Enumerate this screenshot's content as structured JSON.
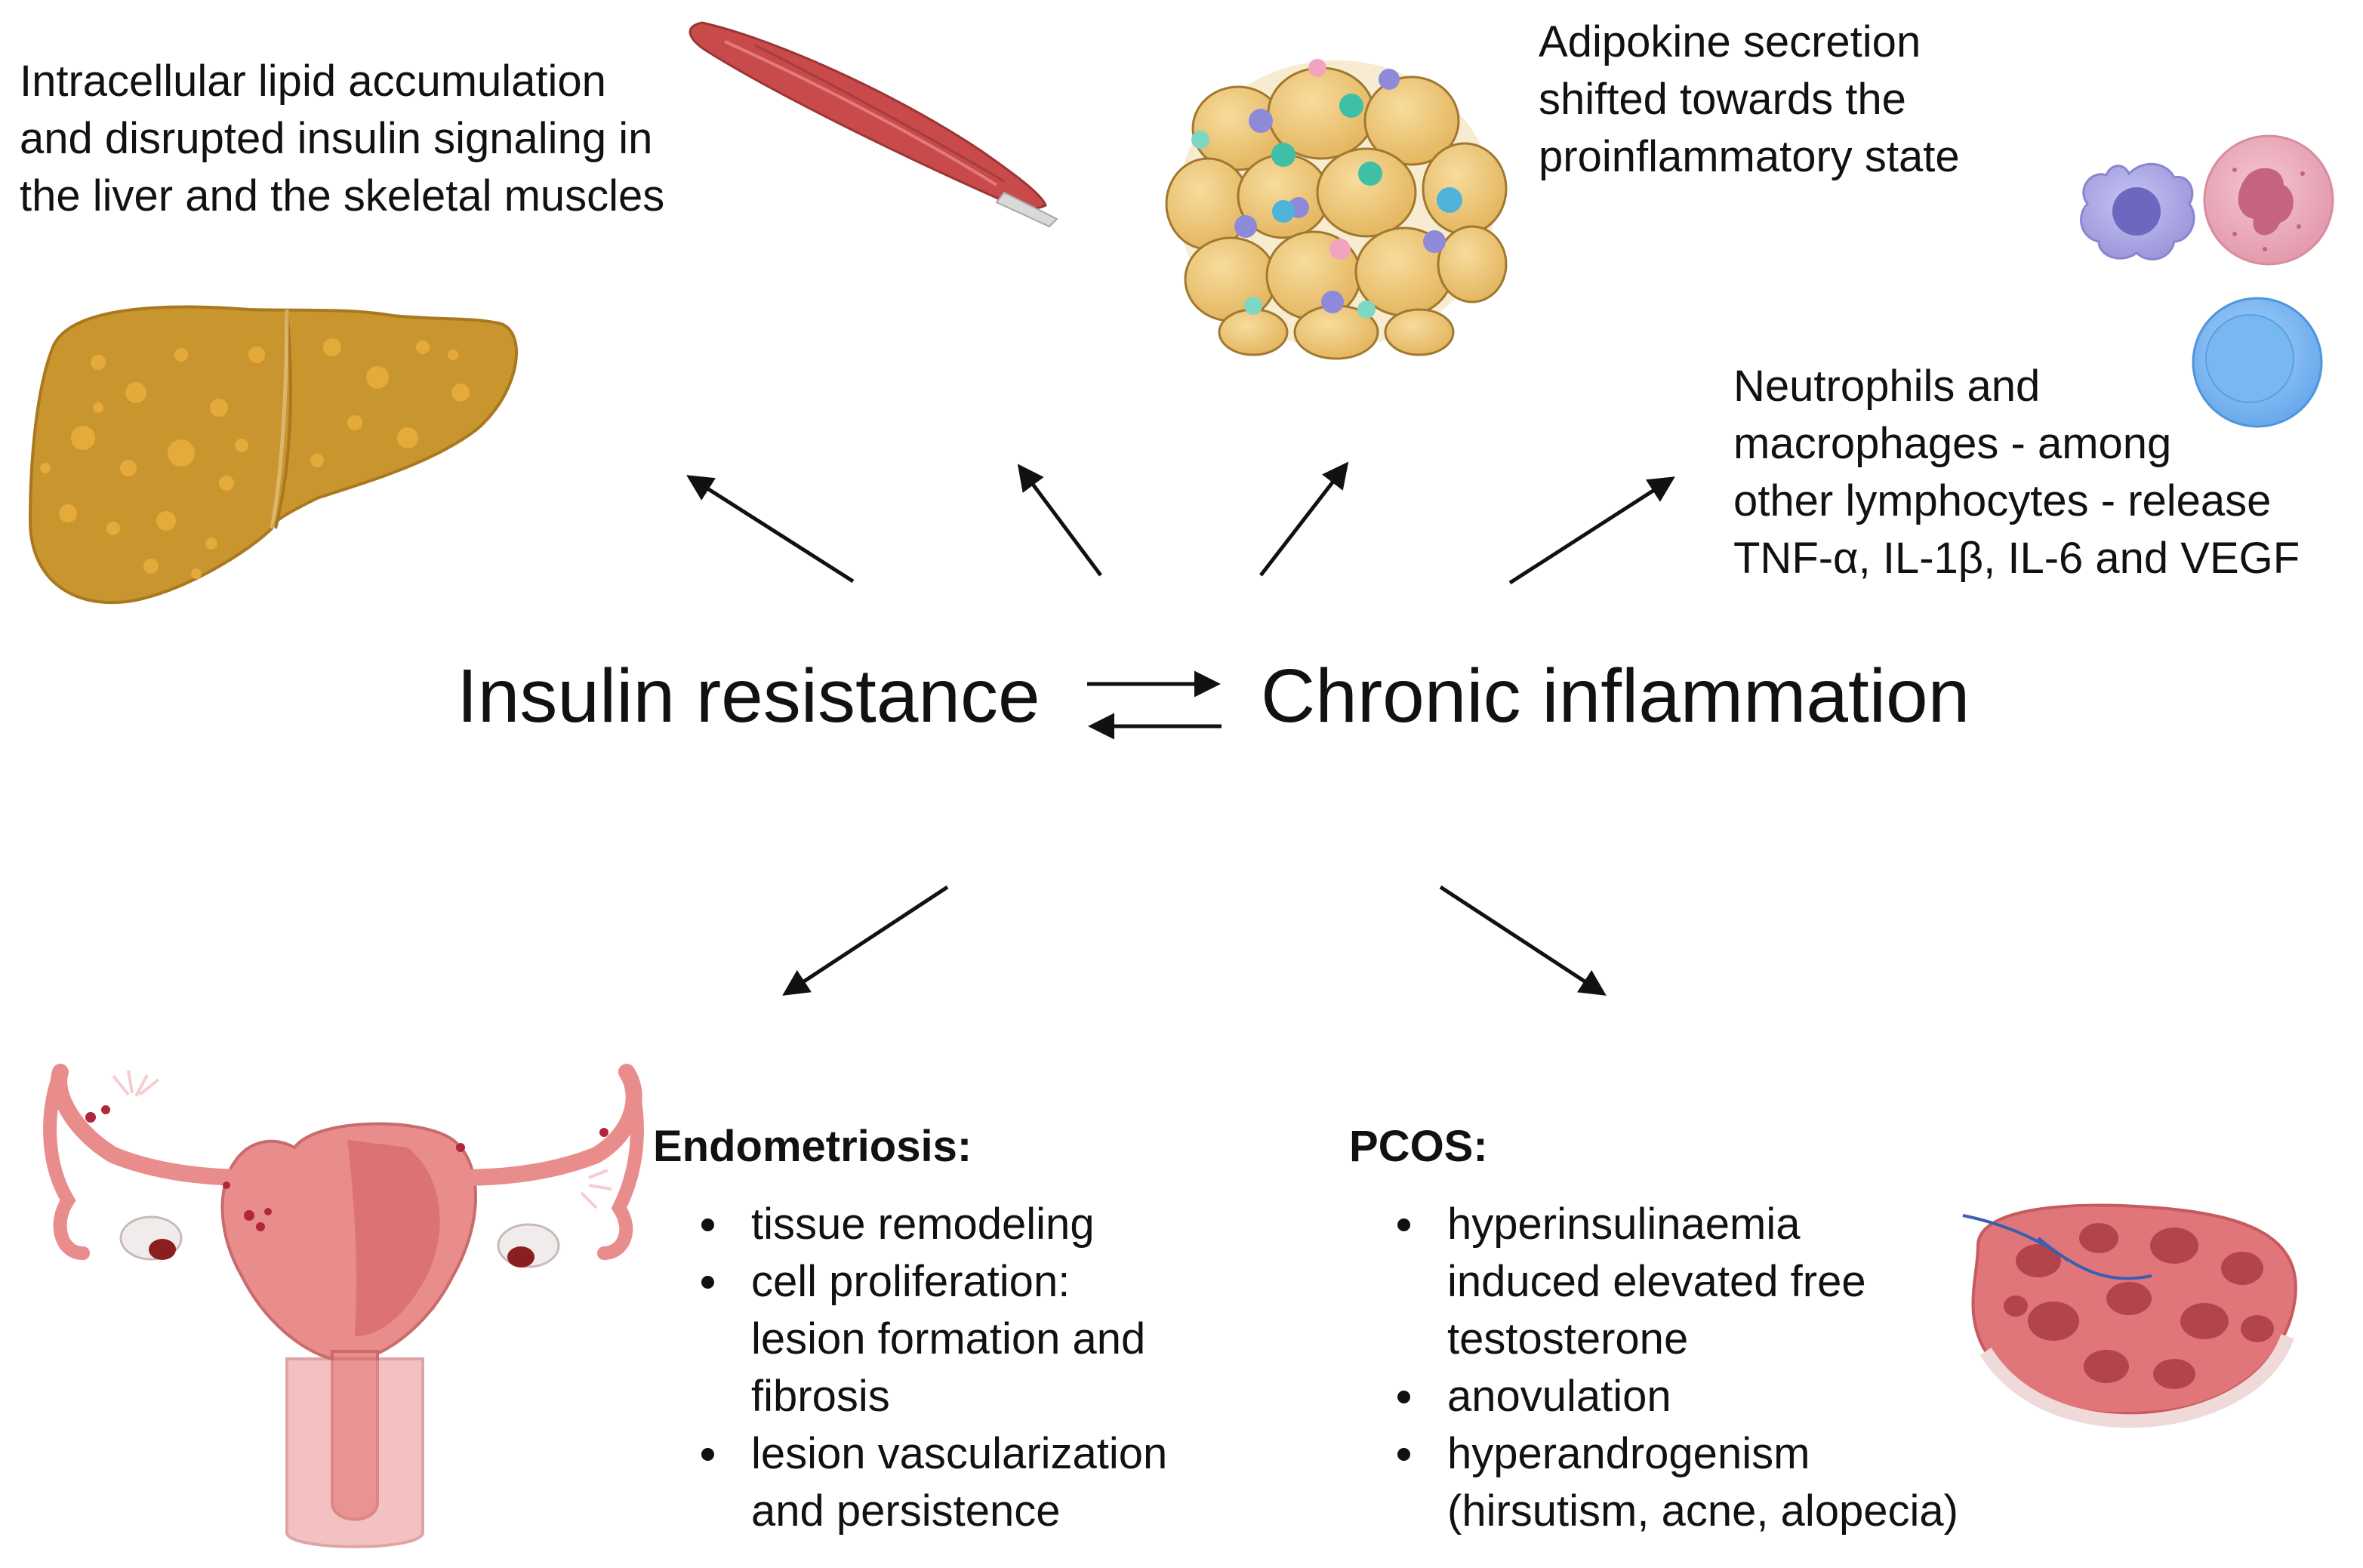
{
  "top_left_text": [
    "Intracellular lipid accumulation",
    "and disrupted insulin signaling in",
    "the liver and the skeletal muscles"
  ],
  "top_right_text": [
    "Adipokine secretion",
    "shifted towards the",
    "proinflammatory state"
  ],
  "right_text": [
    "Neutrophils and",
    "macrophages - among",
    "other lymphocytes - release",
    "TNF-α, IL-1β, IL-6 and VEGF"
  ],
  "center": {
    "left_term": "Insulin resistance",
    "right_term": "Chronic inflammation"
  },
  "endometriosis": {
    "heading": "Endometriosis:",
    "items": [
      [
        "tissue remodeling"
      ],
      [
        "cell proliferation:",
        "lesion formation and",
        "fibrosis"
      ],
      [
        "lesion vascularization",
        "and persistence"
      ]
    ]
  },
  "pcos": {
    "heading": "PCOS:",
    "items": [
      [
        "hyperinsulinaemia",
        "induced elevated free",
        "testosterone"
      ],
      [
        "anovulation"
      ],
      [
        "hyperandrogenism",
        "(hirsutism, acne, alopecia)"
      ]
    ]
  },
  "colors": {
    "liver": "#c9952f",
    "liver_spot": "#e8ad3c",
    "muscle": "#c84a4a",
    "fat": "#f0c879",
    "uterus": "#e98c8c",
    "ovary_pcos": "#e0767a",
    "cell_purple": "#a7a3e0",
    "cell_pink": "#e9a6b6",
    "cell_blue": "#7db6ef",
    "arrow": "#111111"
  }
}
